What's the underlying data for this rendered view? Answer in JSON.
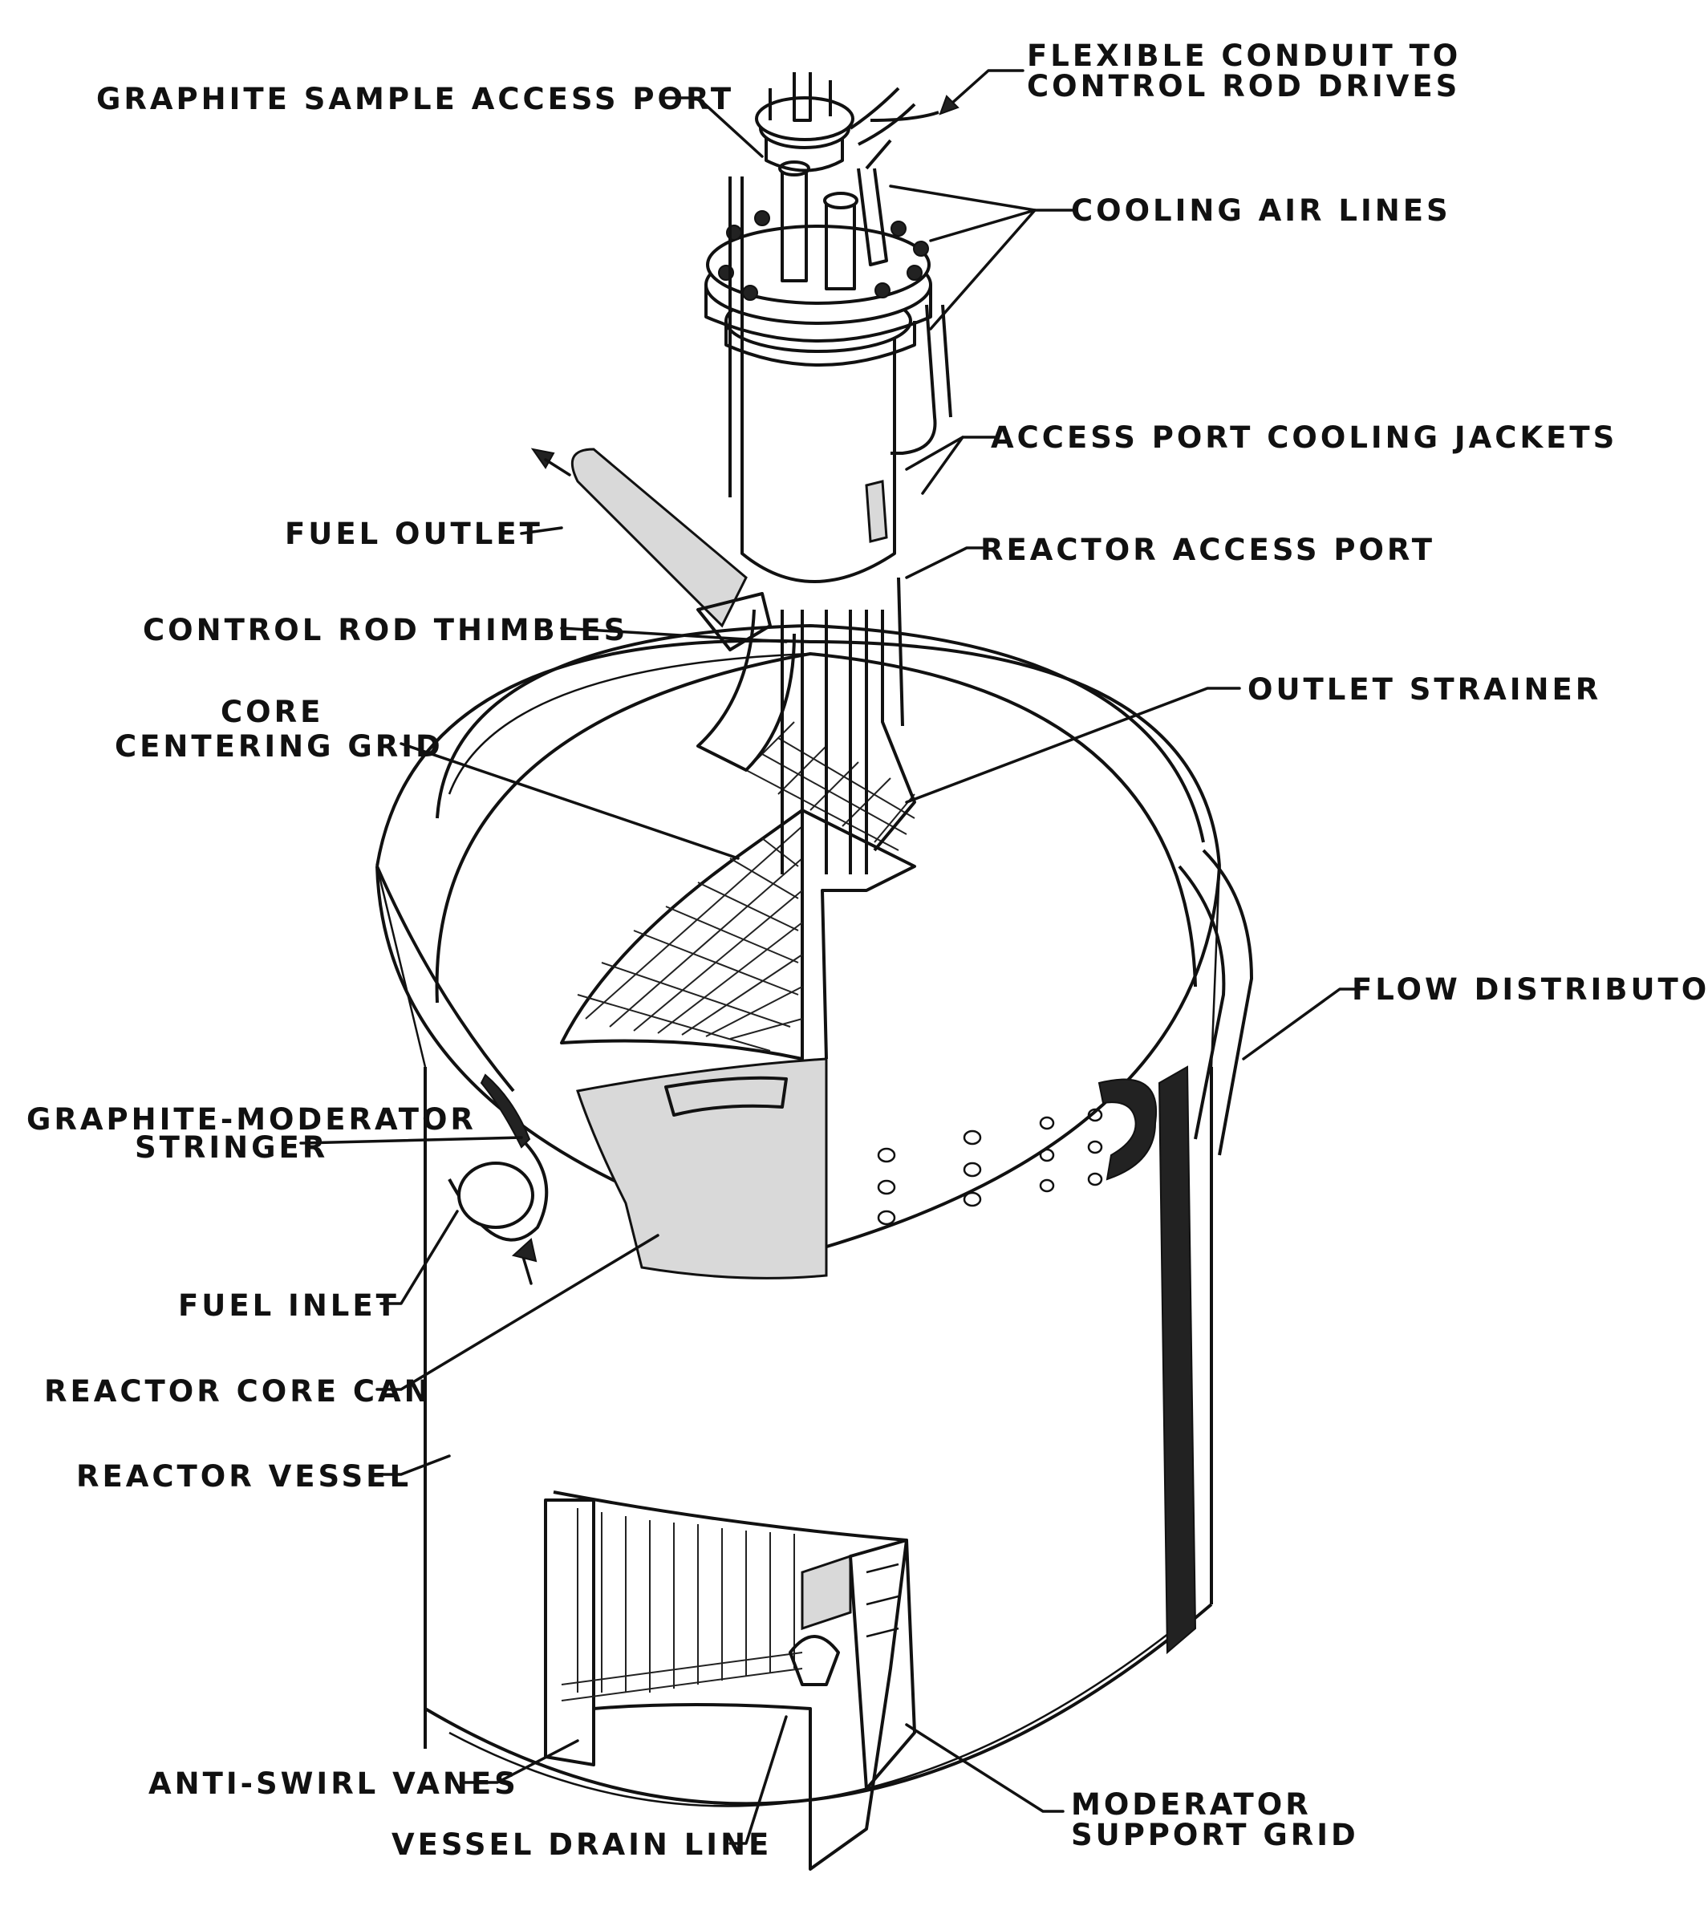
{
  "labels": {
    "flexible_conduit_1": "FLEXIBLE CONDUIT TO",
    "flexible_conduit_2": "CONTROL ROD DRIVES",
    "graphite_sample_access_port": "GRAPHITE SAMPLE ACCESS PORT",
    "cooling_air_lines": "COOLING AIR LINES",
    "access_port_cooling_jackets": "ACCESS PORT COOLING JACKETS",
    "fuel_outlet": "FUEL OUTLET",
    "reactor_access_port": "REACTOR ACCESS PORT",
    "control_rod_thimbles": "CONTROL ROD THIMBLES",
    "core_centering_grid_1": "CORE",
    "core_centering_grid_2": "CENTERING GRID",
    "outlet_strainer": "OUTLET STRAINER",
    "flow_distributor": "FLOW DISTRIBUTOR",
    "graphite_moderator_stringer_1": "GRAPHITE-MODERATOR",
    "graphite_moderator_stringer_2": "STRINGER",
    "fuel_inlet": "FUEL INLET",
    "reactor_core_can": "REACTOR CORE CAN",
    "reactor_vessel": "REACTOR VESSEL",
    "anti_swirl_vanes": "ANTI-SWIRL VANES",
    "vessel_drain_line": "VESSEL DRAIN LINE",
    "moderator_support_grid_1": "MODERATOR",
    "moderator_support_grid_2": "SUPPORT GRID"
  }
}
